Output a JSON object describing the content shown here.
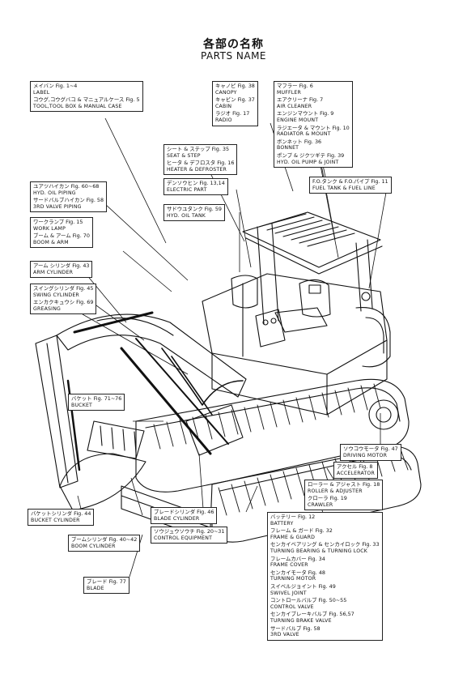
{
  "header": {
    "title_jp": "各部の名称",
    "title_en": "PARTS NAME"
  },
  "labels": {
    "label_tool": [
      "メイバン Fig. 1~4",
      "LABEL",
      "コウグ,コウグバコ & マニュアルケース Fig. 5",
      "TOOL,TOOL BOX & MANUAL CASE"
    ],
    "hyd_oil_piping": [
      "ユアツハイカン Fig. 60~68",
      "HYD. OIL PIPING",
      "サードバルブハイカン Fig. 58",
      "3RD VALVE PIPING"
    ],
    "work_lamp": [
      "ワークランプ Fig. 15",
      "WORK LAMP",
      "ブーム & アーム Fig. 70",
      "BOOM & ARM"
    ],
    "arm_cylinder": [
      "アーム シリンダ Fig. 43",
      "ARM CYLINDER"
    ],
    "swing_cylinder": [
      "スイングシリンダ Fig. 45",
      "SWING CYLINDER",
      "エンカクキュウシ Fig. 69",
      "GREASING"
    ],
    "bucket": [
      "バケット Fig. 71~76",
      "BUCKET"
    ],
    "bucket_cylinder": [
      "バケットシリンダ Fig. 44",
      "BUCKET CYLINDER"
    ],
    "boom_cylinder": [
      "ブームシリンダ Fig. 40~42",
      "BOOM CYLINDER"
    ],
    "blade": [
      "ブレード Fig. 77",
      "BLADE"
    ],
    "blade_cylinder": [
      "ブレードシリンダ Fig. 46",
      "BLADE CYLINDER"
    ],
    "control_equipment": [
      "ソウジュウソウチ Fig. 20~31",
      "CONTROL EQUIPMENT"
    ],
    "canopy": [
      "キャノピ Fig. 38",
      "CANOPY",
      "キャビン Fig. 37",
      "CABIN",
      "ラジオ Fig. 17",
      "RADIO"
    ],
    "muffler": [
      "マフラー Fig. 6",
      "MUFFLER",
      "エアクリーナ Fig. 7",
      "AIR CLEANER",
      "エンジンマウント Fig. 9",
      "ENGINE MOUNT",
      "ラジエータ & マウント Fig. 10",
      "RADIATOR & MOUNT",
      "ボンネット Fig. 36",
      "BONNET",
      "ポンプ & ジクツギテ Fig. 39",
      "HYD. OIL PUMP & JOINT"
    ],
    "seat_step": [
      "シート & ステップ Fig. 35",
      "SEAT & STEP",
      "ヒータ & デフロスタ Fig. 16",
      "HEATER & DEFROSTER"
    ],
    "electric_part": [
      "デンソウヒン Fig. 13,14",
      "ELECTRIC PART"
    ],
    "hyd_oil_tank": [
      "サドウユタンク Fig. 59",
      "HYD. OIL TANK"
    ],
    "fuel_tank": [
      "F.O.タンク & F.O.パイプ Fig. 11",
      "FUEL TANK & FUEL LINE"
    ],
    "driving_motor": [
      "ソウコウモータ Fig. 47",
      "DRIVING MOTOR"
    ],
    "accelerator": [
      "アクセル Fig. 8",
      "ACCELERATOR"
    ],
    "roller_crawler": [
      "ローラー & アジャスト Fig. 18",
      "ROLLER & ADJUSTER",
      "クローラ Fig. 19",
      "CRAWLER"
    ],
    "battery_frame": [
      "バッテリー Fig. 12",
      "BATTERY",
      "フレーム & ガード Fig. 32",
      "FRAME & GUARD",
      "センカイベアリング & センカイロック Fig. 33",
      "TURNING BEARING & TURNING LOCK",
      "フレームカバー Fig. 34",
      "FRAME COVER",
      "センカイモータ Fig. 48",
      "TURNING MOTOR",
      "スイベルジョイント Fig. 49",
      "SWIVEL JOINT",
      "コントロールバルブ Fig. 50~55",
      "CONTROL VALVE",
      "センカイブレーキバルブ Fig. 56,57",
      "TURNING BRAKE VALVE",
      "サードバルブ Fig. 58",
      "3RD VALVE"
    ]
  }
}
